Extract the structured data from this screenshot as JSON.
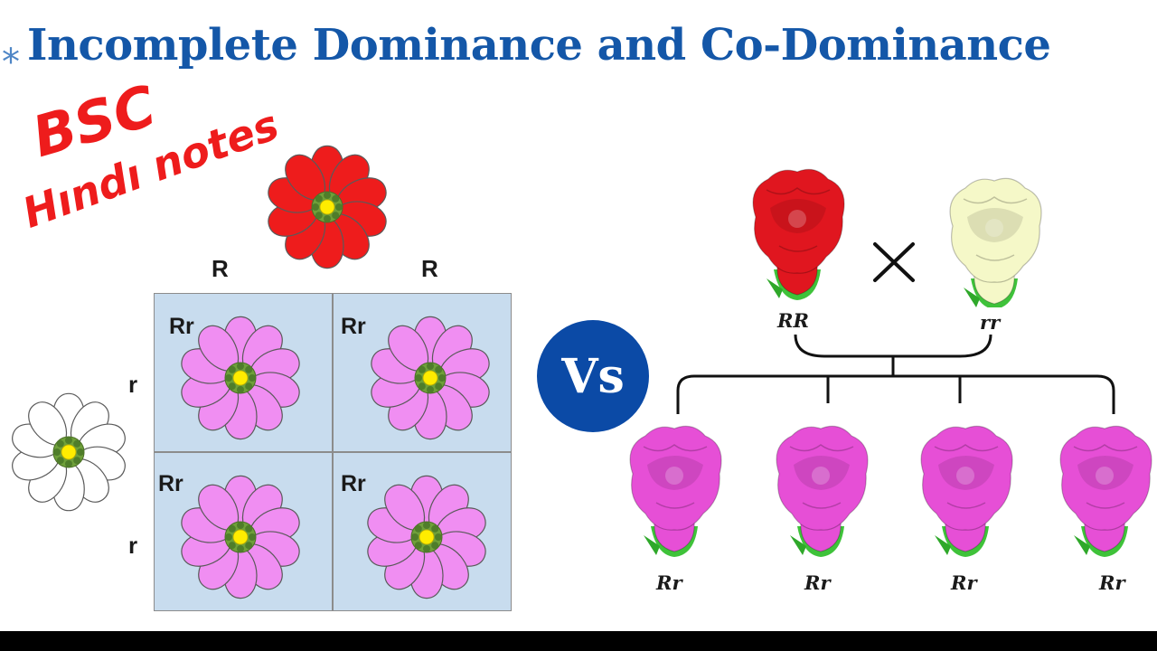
{
  "title": "Incomplete Dominance and Co-Dominance",
  "title_marker": "*",
  "stamp": {
    "line1": "BSC",
    "line2": "Hındı notes"
  },
  "punnett": {
    "top_alleles": [
      "R",
      "R"
    ],
    "side_alleles": [
      "r",
      "r"
    ],
    "cells": [
      "Rr",
      "Rr",
      "Rr",
      "Rr"
    ]
  },
  "vs_label": "Vs",
  "cross": {
    "parent_left": "RR",
    "parent_right": "rr",
    "cross_symbol": "×",
    "offspring": [
      "Rr",
      "Rr",
      "Rr",
      "Rr"
    ]
  },
  "colors": {
    "title": "#1457a8",
    "stamp": "#ee1c1c",
    "red_flower": "#ee1c1c",
    "pink_flower": "#f08ef2",
    "white_flower": "#ffffff",
    "snapdragon_red": "#e0161f",
    "snapdragon_cream": "#f5f8c8",
    "snapdragon_pink": "#e64fd6",
    "vs_badge": "#0b4aa6",
    "punnett_bg": "#c8dcee"
  }
}
